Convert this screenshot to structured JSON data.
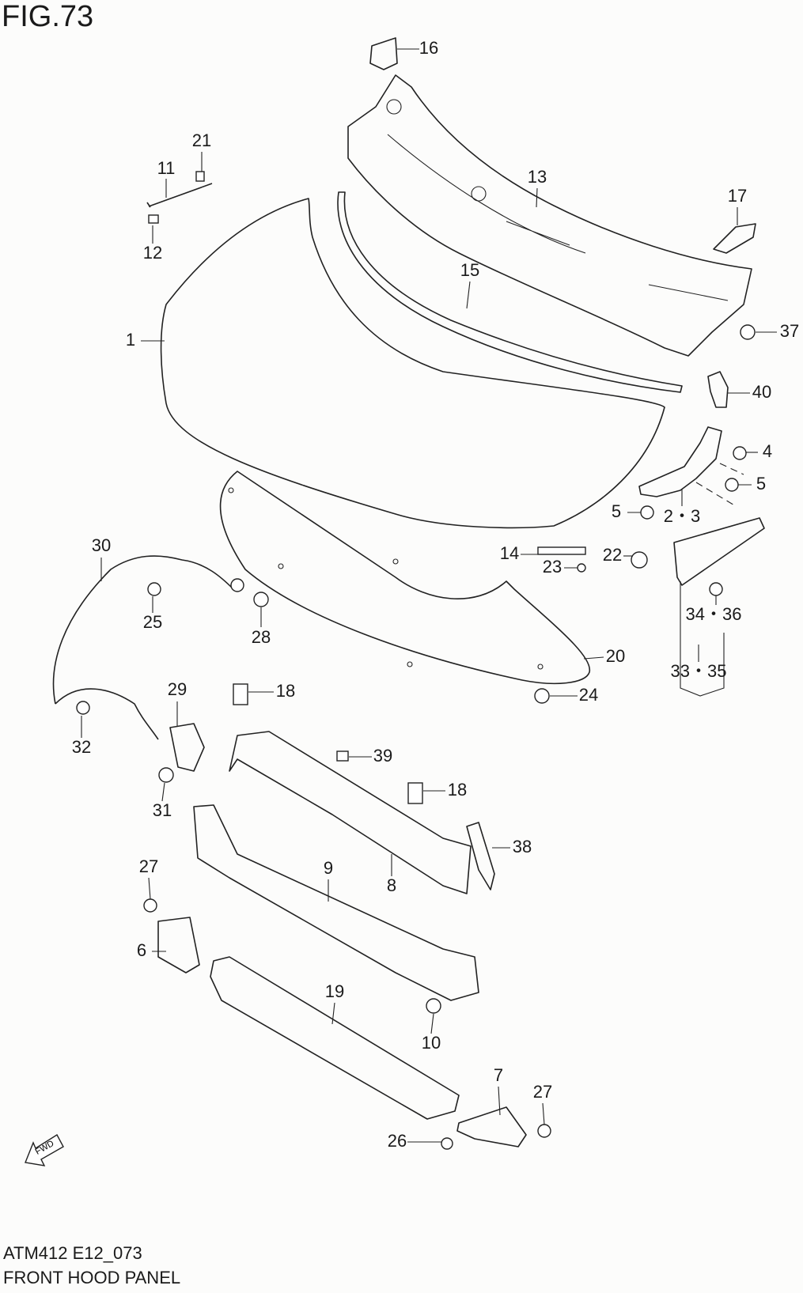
{
  "figure": {
    "title": "FIG.73"
  },
  "footer": {
    "code": "ATM412 E12_073",
    "title": "FRONT HOOD PANEL"
  },
  "direction_arrow": {
    "label": "FWD"
  },
  "callouts": [
    "16",
    "21",
    "11",
    "12",
    "13",
    "17",
    "15",
    "1",
    "37",
    "40",
    "4",
    "5",
    "5",
    "2・3",
    "14",
    "23",
    "22",
    "30",
    "34・36",
    "33・35",
    "25",
    "28",
    "20",
    "29",
    "18",
    "24",
    "32",
    "39",
    "18",
    "31",
    "38",
    "27",
    "9",
    "8",
    "6",
    "19",
    "10",
    "7",
    "27",
    "26"
  ]
}
